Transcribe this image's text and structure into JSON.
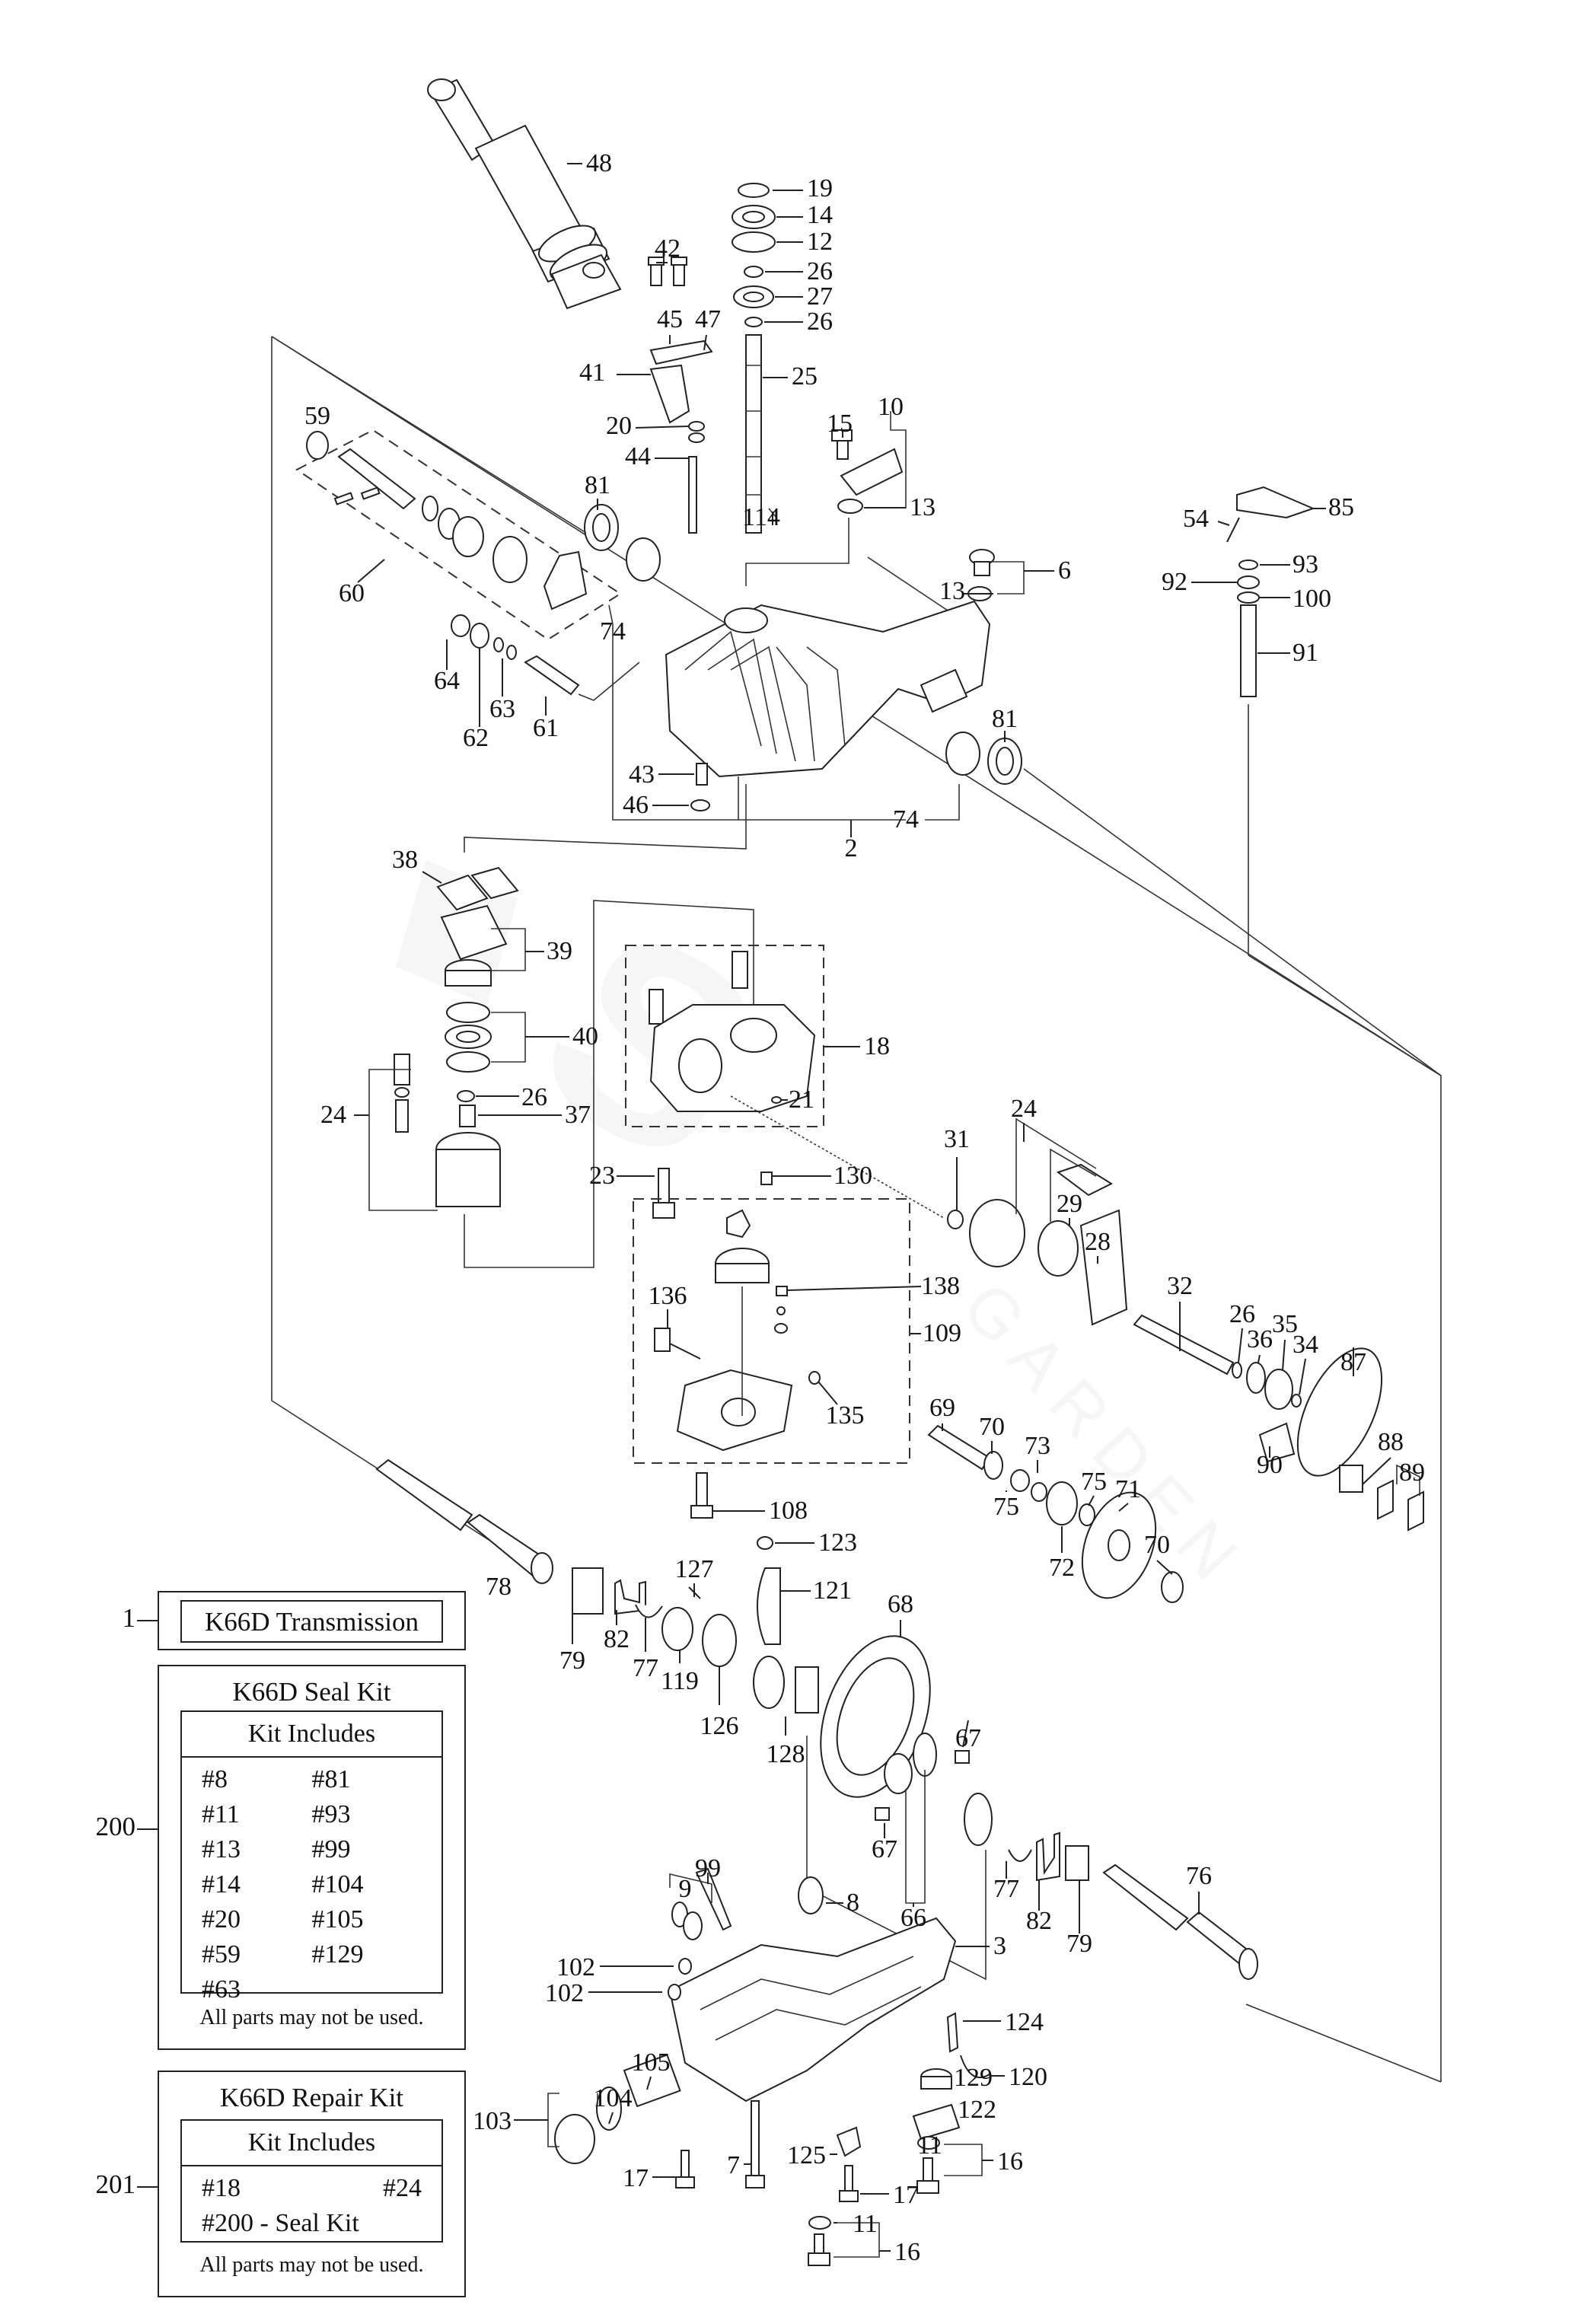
{
  "diagram": {
    "title": "K66D Transmission exploded parts diagram",
    "watermark": {
      "brand_text": "S",
      "sub_text": "GARDEN"
    },
    "callouts": [
      "48",
      "19",
      "14",
      "12",
      "26",
      "27",
      "26",
      "42",
      "45",
      "47",
      "41",
      "25",
      "20",
      "44",
      "114",
      "15",
      "10",
      "13",
      "59",
      "81",
      "60",
      "64",
      "62",
      "63",
      "61",
      "74",
      "6",
      "13",
      "54",
      "85",
      "93",
      "92",
      "100",
      "91",
      "43",
      "46",
      "74",
      "2",
      "81",
      "38",
      "39",
      "40",
      "26",
      "24",
      "37",
      "18",
      "21",
      "23",
      "130",
      "31",
      "24",
      "29",
      "28",
      "138",
      "136",
      "109",
      "135",
      "32",
      "26",
      "35",
      "36",
      "34",
      "87",
      "69",
      "70",
      "73",
      "75",
      "75",
      "71",
      "72",
      "70",
      "90",
      "88",
      "89",
      "108",
      "123",
      "127",
      "121",
      "78",
      "79",
      "82",
      "77",
      "119",
      "126",
      "68",
      "128",
      "67",
      "67",
      "66",
      "99",
      "9",
      "8",
      "77",
      "82",
      "79",
      "76",
      "3",
      "102",
      "102",
      "124",
      "129",
      "120",
      "105",
      "104",
      "103",
      "122",
      "7",
      "17",
      "125",
      "11",
      "16",
      "17",
      "11",
      "16"
    ]
  },
  "kits": {
    "transmission": {
      "ref": "1",
      "title": "K66D Transmission"
    },
    "seal_kit": {
      "ref": "200",
      "title": "K66D Seal Kit",
      "includes_label": "Kit Includes",
      "items": [
        "#8",
        "#81",
        "#11",
        "#93",
        "#13",
        "#99",
        "#14",
        "#104",
        "#20",
        "#105",
        "#59",
        "#129",
        "#63",
        ""
      ],
      "note": "All parts may not be used."
    },
    "repair_kit": {
      "ref": "201",
      "title": "K66D Repair Kit",
      "includes_label": "Kit Includes",
      "items": [
        "#18",
        "#24"
      ],
      "extra": "#200 - Seal Kit",
      "note": "All parts may not be used."
    }
  }
}
